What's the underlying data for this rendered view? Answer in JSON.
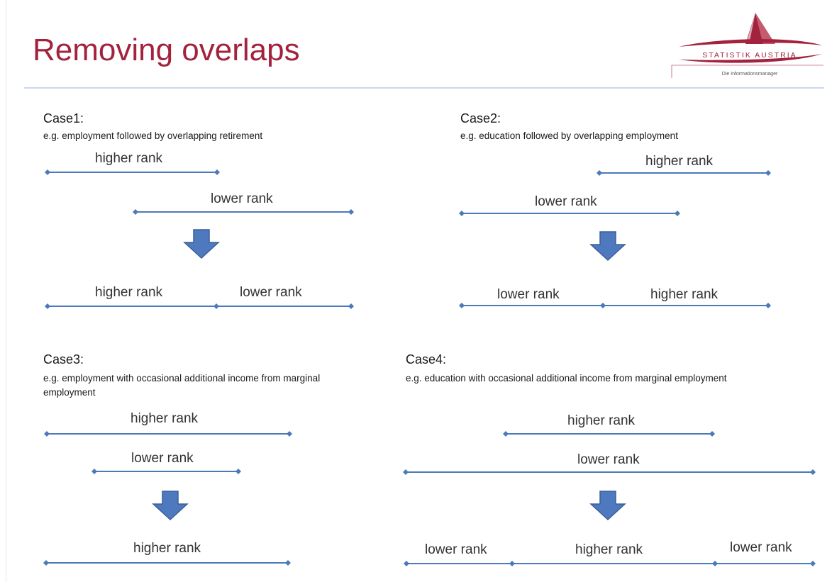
{
  "title": "Removing overlaps",
  "logo": {
    "name": "STATISTIK AUSTRIA",
    "tagline": "Die Informationsmanager"
  },
  "colors": {
    "title": "#a3223d",
    "line": "#4a7ab8",
    "arrow": "#4f79bf",
    "arrowStroke": "#3a5f99",
    "logo": "#a3223d"
  },
  "cases": [
    {
      "title": "Case1:",
      "desc": "e.g. employment followed by overlapping retirement",
      "before": [
        {
          "label": "higher rank"
        },
        {
          "label": "lower rank"
        }
      ],
      "after": [
        {
          "label": "higher rank"
        },
        {
          "label": "lower rank"
        }
      ]
    },
    {
      "title": "Case2:",
      "desc": "e.g. education followed by overlapping employment",
      "before": [
        {
          "label": "higher rank"
        },
        {
          "label": "lower rank"
        }
      ],
      "after": [
        {
          "label": "lower rank"
        },
        {
          "label": "higher rank"
        }
      ]
    },
    {
      "title": "Case3:",
      "desc": "e.g. employment with occasional additional income from marginal employment",
      "before": [
        {
          "label": "higher rank"
        },
        {
          "label": "lower rank"
        }
      ],
      "after": [
        {
          "label": "higher rank"
        }
      ]
    },
    {
      "title": "Case4:",
      "desc": "e.g. education with occasional additional income from marginal employment",
      "before": [
        {
          "label": "higher rank"
        },
        {
          "label": "lower rank"
        }
      ],
      "after": [
        {
          "label": "lower rank"
        },
        {
          "label": "higher rank"
        },
        {
          "label": "lower rank"
        }
      ]
    }
  ]
}
